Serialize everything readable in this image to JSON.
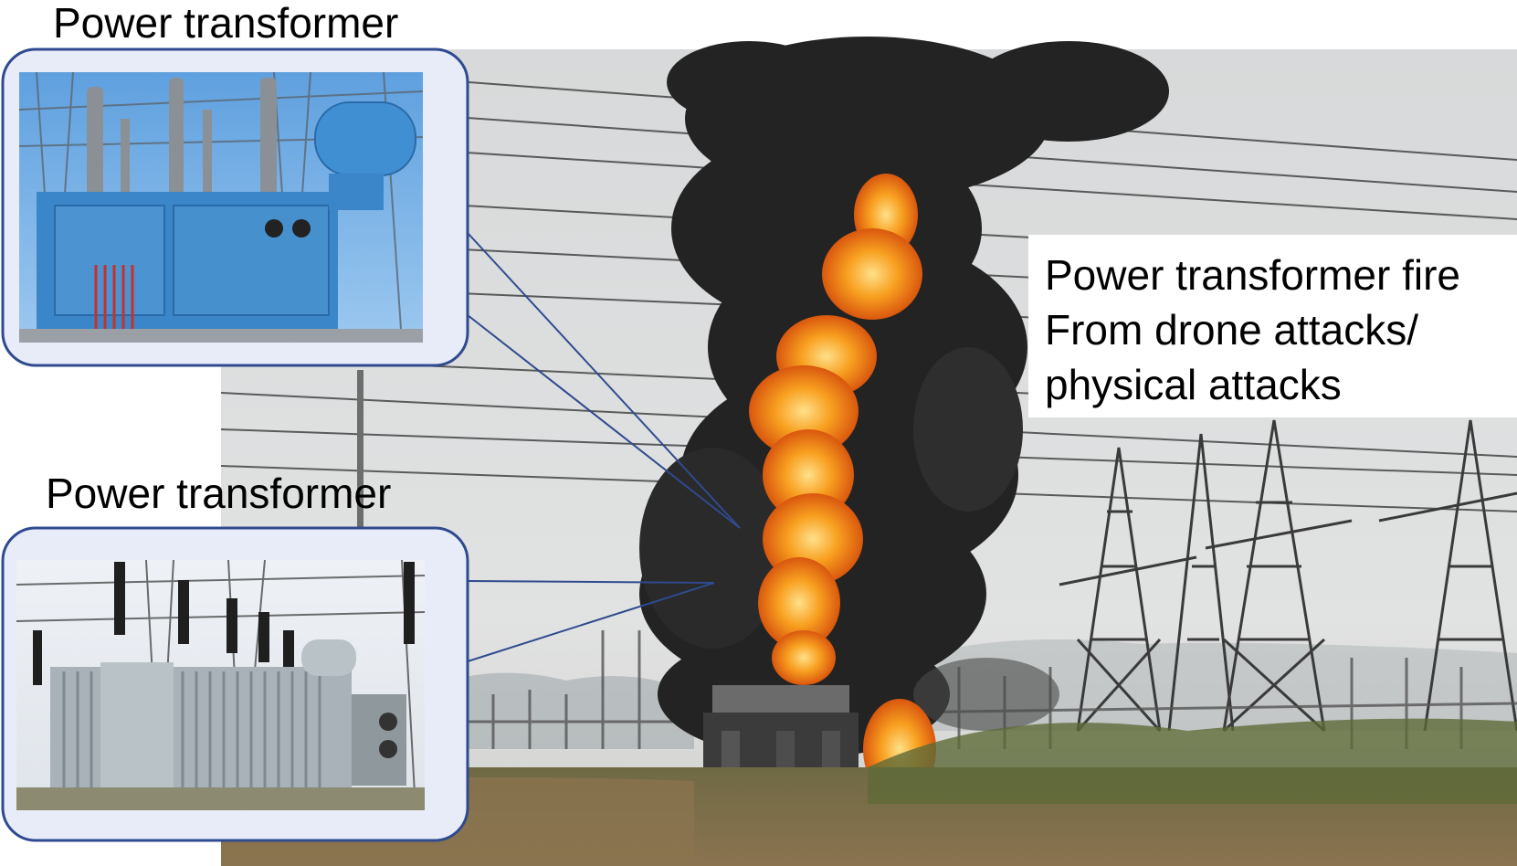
{
  "labels": {
    "top_transformer": "Power transformer",
    "bottom_transformer": "Power transformer",
    "fire_caption": {
      "line1": "Power transformer fire",
      "line2": "From drone attacks/",
      "line3": "physical attacks"
    }
  },
  "colors": {
    "callout_border": "#2f4a8f",
    "callout_fill": "#e8ecf8",
    "sky": "#dcdedf",
    "smoke": "#262626",
    "flame": "#f39a1a",
    "grass": "#7c6a46",
    "blue_transformer": "#3a86c8",
    "grey_transformer": "#a8b2b8"
  }
}
